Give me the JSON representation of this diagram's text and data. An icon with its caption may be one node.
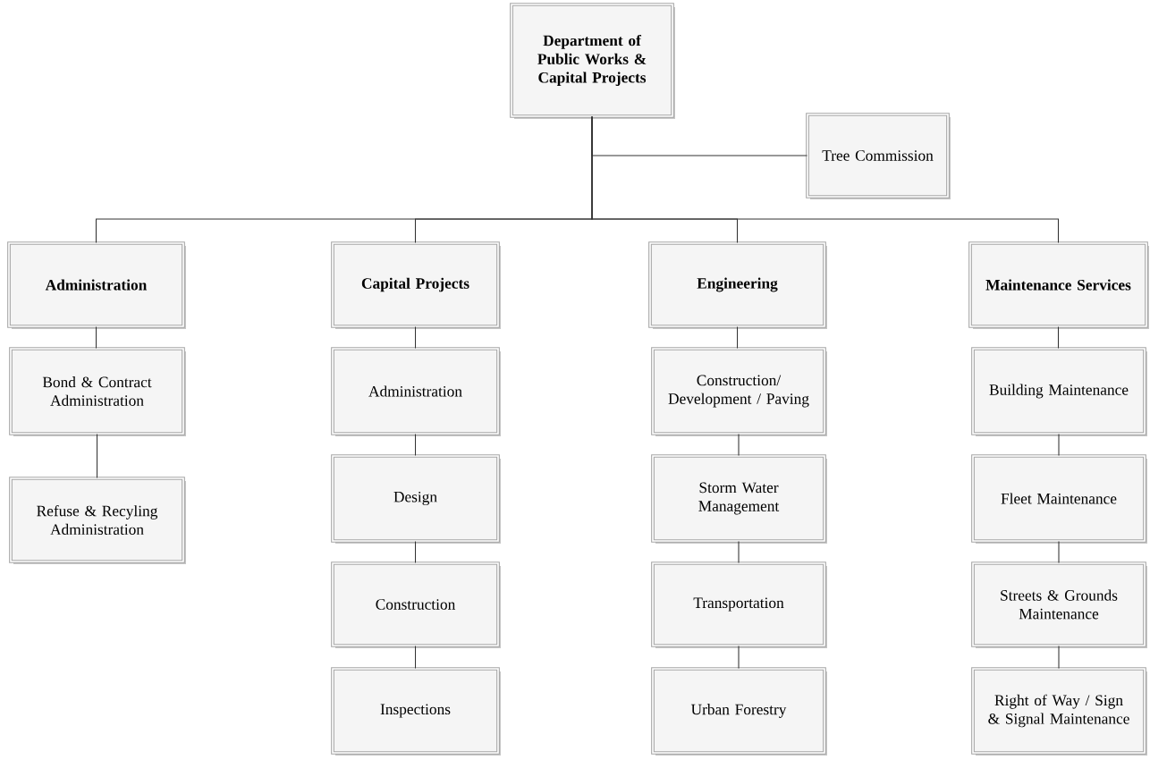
{
  "diagram": {
    "nodes": [
      {
        "text": [
          "Department of Public Works & Capital Projects"
        ]
      },
      {
        "text": [
          "Tree Commission"
        ]
      },
      {
        "text": [
          "Administration"
        ]
      },
      {
        "text": [
          "Capital Projects"
        ]
      },
      {
        "text": [
          "Engineering"
        ]
      },
      {
        "text": [
          "Maintenance Services"
        ]
      },
      {
        "text": [
          "Bond & Contract Administration"
        ]
      },
      {
        "text": [
          "Refuse & Recyling Administration"
        ]
      },
      {
        "text": [
          "Administration"
        ]
      },
      {
        "text": [
          "Design"
        ]
      },
      {
        "text": [
          "Construction"
        ]
      },
      {
        "text": [
          "Inspections"
        ]
      },
      {
        "text": [
          "Construction/ Development / Paving"
        ]
      },
      {
        "text": [
          "Storm Water Management"
        ]
      },
      {
        "text": [
          "Transportation"
        ]
      },
      {
        "text": [
          "Urban Forestry"
        ]
      },
      {
        "text": [
          "Building Maintenance"
        ]
      },
      {
        "text": [
          "Fleet Maintenance"
        ]
      },
      {
        "text": [
          "Streets & Grounds Maintenance"
        ]
      },
      {
        "text": [
          "Right of Way / Sign & Signal Maintenance"
        ]
      }
    ],
    "edges": [
      {
        "from": 0,
        "to": 1,
        "arrow": "none"
      },
      {
        "from": 0,
        "to": 2,
        "arrow": "none"
      },
      {
        "from": 0,
        "to": 3,
        "arrow": "none"
      },
      {
        "from": 0,
        "to": 4,
        "arrow": "none"
      },
      {
        "from": 0,
        "to": 5,
        "arrow": "none"
      },
      {
        "from": 2,
        "to": 6,
        "arrow": "none"
      },
      {
        "from": 6,
        "to": 7,
        "arrow": "none"
      },
      {
        "from": 3,
        "to": 8,
        "arrow": "none"
      },
      {
        "from": 8,
        "to": 9,
        "arrow": "none"
      },
      {
        "from": 9,
        "to": 10,
        "arrow": "none"
      },
      {
        "from": 10,
        "to": 11,
        "arrow": "none"
      },
      {
        "from": 4,
        "to": 12,
        "arrow": "none"
      },
      {
        "from": 12,
        "to": 13,
        "arrow": "none"
      },
      {
        "from": 13,
        "to": 14,
        "arrow": "none"
      },
      {
        "from": 14,
        "to": 15,
        "arrow": "none"
      },
      {
        "from": 5,
        "to": 16,
        "arrow": "none"
      },
      {
        "from": 16,
        "to": 17,
        "arrow": "none"
      },
      {
        "from": 17,
        "to": 18,
        "arrow": "none"
      },
      {
        "from": 18,
        "to": 19,
        "arrow": "none"
      }
    ]
  }
}
